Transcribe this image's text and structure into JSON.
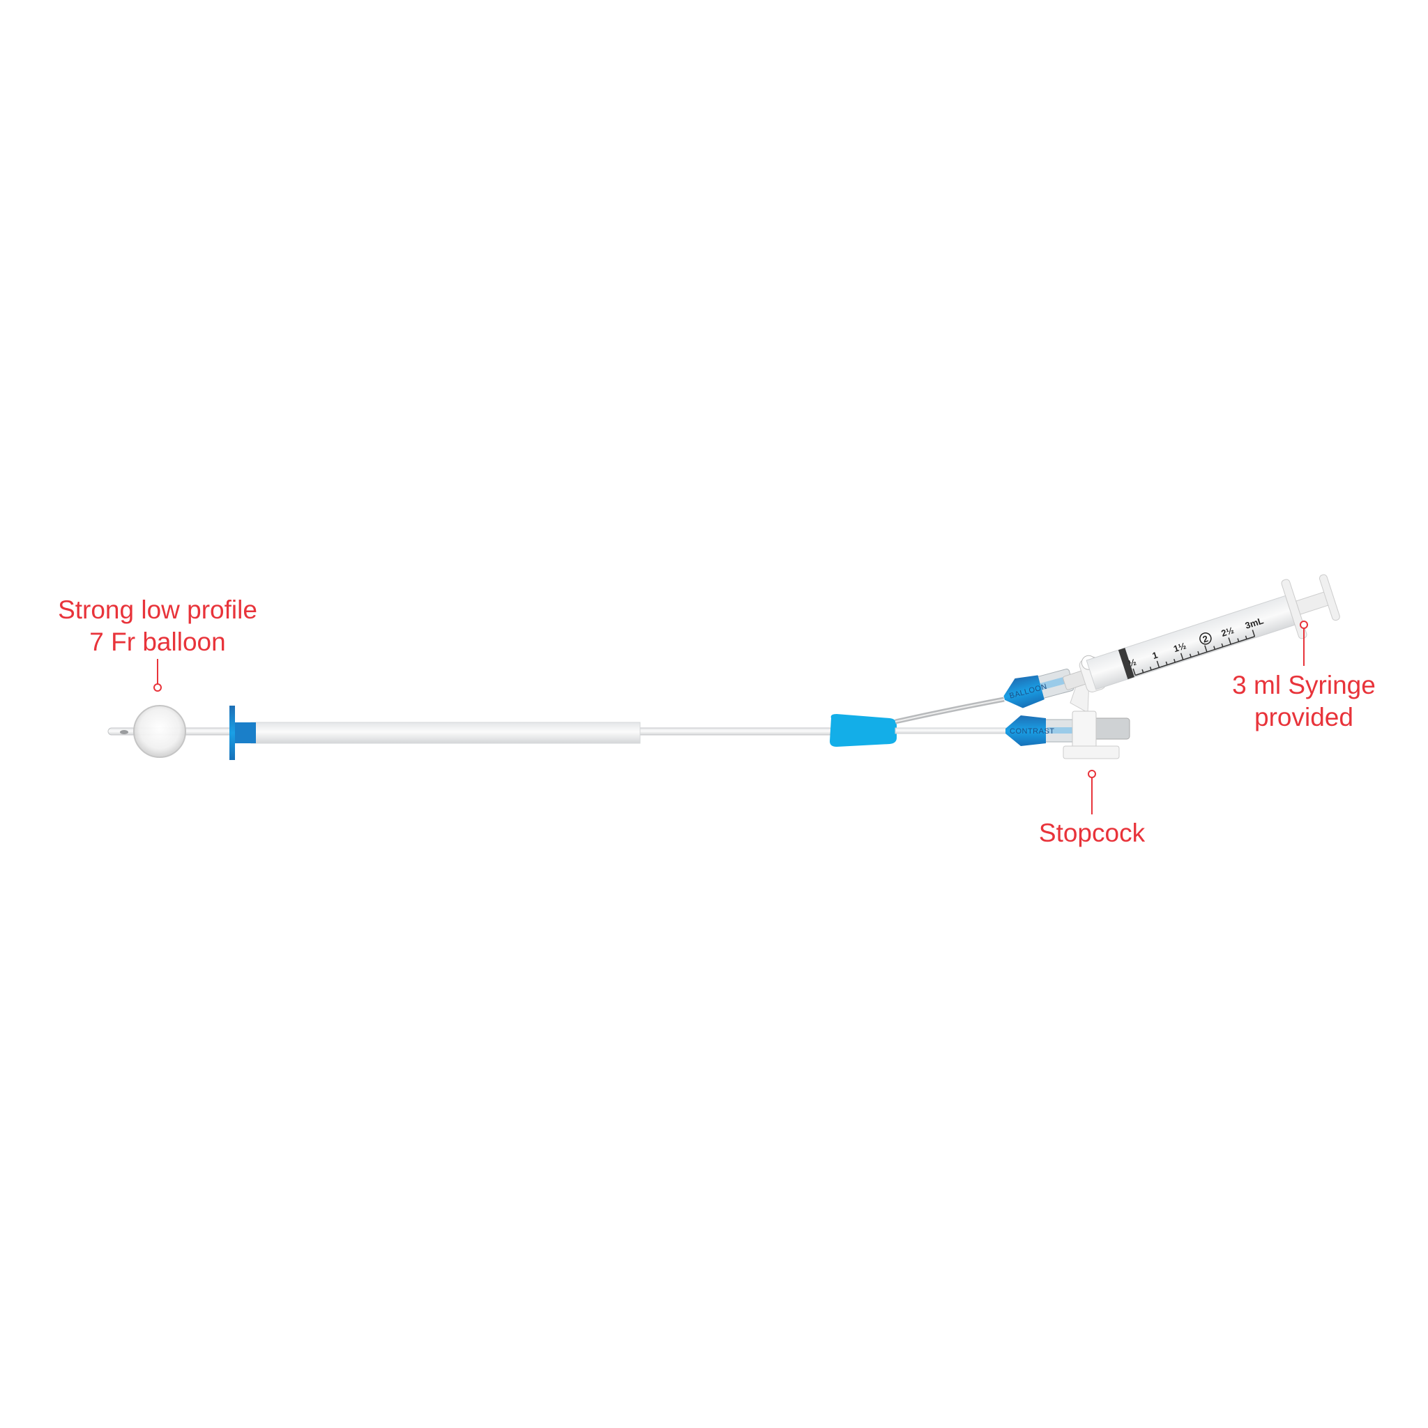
{
  "callouts": {
    "balloon": {
      "line1": "Strong low profile",
      "line2": "7 Fr balloon"
    },
    "syringe": {
      "line1": "3 ml Syringe",
      "line2": "provided"
    },
    "stopcock": {
      "label": "Stopcock"
    }
  },
  "connectors": {
    "upper": "BALLOON",
    "lower": "CONTRAST"
  },
  "syringe_scale": [
    "½",
    "1",
    "1½",
    "2",
    "2½",
    "3mL"
  ],
  "colors": {
    "accent_red": "#e8333a",
    "device_blue": "#1a8fd8",
    "hub_blue": "#0fb0ea"
  }
}
